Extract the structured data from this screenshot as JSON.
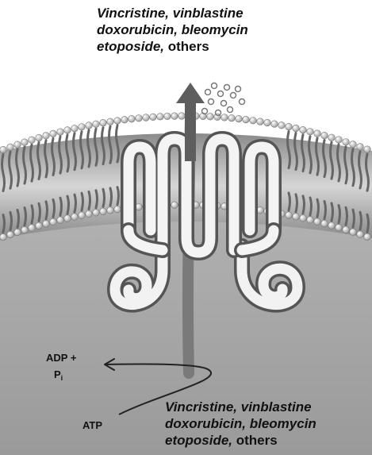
{
  "top_drugs": {
    "line1": "Vincristine, vinblastine",
    "line2": "doxorubicin, bleomycin",
    "line3_italic": "etoposide,",
    "line3_plain": " others"
  },
  "bottom_drugs": {
    "line1": "Vincristine, vinblastine",
    "line2": "doxorubicin, bleomycin",
    "line3_italic": "etoposide,",
    "line3_plain": " others"
  },
  "adp": "ADP +",
  "pi_main": "P",
  "pi_sub": "i",
  "atp": "ATP",
  "colors": {
    "cytoplasm": "#a6a6a6",
    "lipid_head": "#d4d4d4",
    "lipid_tail": "#6f6f6f",
    "protein_outline": "#5a5a5a",
    "protein_fill": "#f4f4f4",
    "efflux_arrow": "#5e5e5e",
    "text": "#111111"
  }
}
